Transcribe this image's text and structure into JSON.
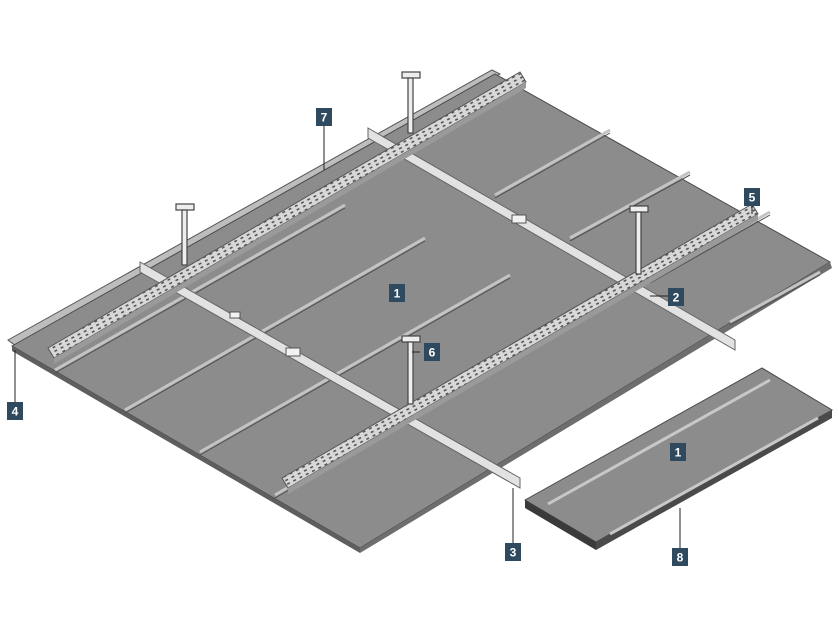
{
  "diagram": {
    "callouts": [
      {
        "id": "c1a",
        "label": "1"
      },
      {
        "id": "c2",
        "label": "2"
      },
      {
        "id": "c3",
        "label": "3"
      },
      {
        "id": "c4",
        "label": "4"
      },
      {
        "id": "c5",
        "label": "5"
      },
      {
        "id": "c6",
        "label": "6"
      },
      {
        "id": "c7",
        "label": "7"
      },
      {
        "id": "c1b",
        "label": "1"
      },
      {
        "id": "c8",
        "label": "8"
      }
    ]
  },
  "colors": {
    "panel": "#8c8c8c",
    "panel_light": "#a6a6a6",
    "panel_dark": "#5e5e5e",
    "rail": "#d8d8d8",
    "rail_edge": "#6d6d6d",
    "callout_bg": "#2f4a5e",
    "callout_text": "#ffffff"
  }
}
